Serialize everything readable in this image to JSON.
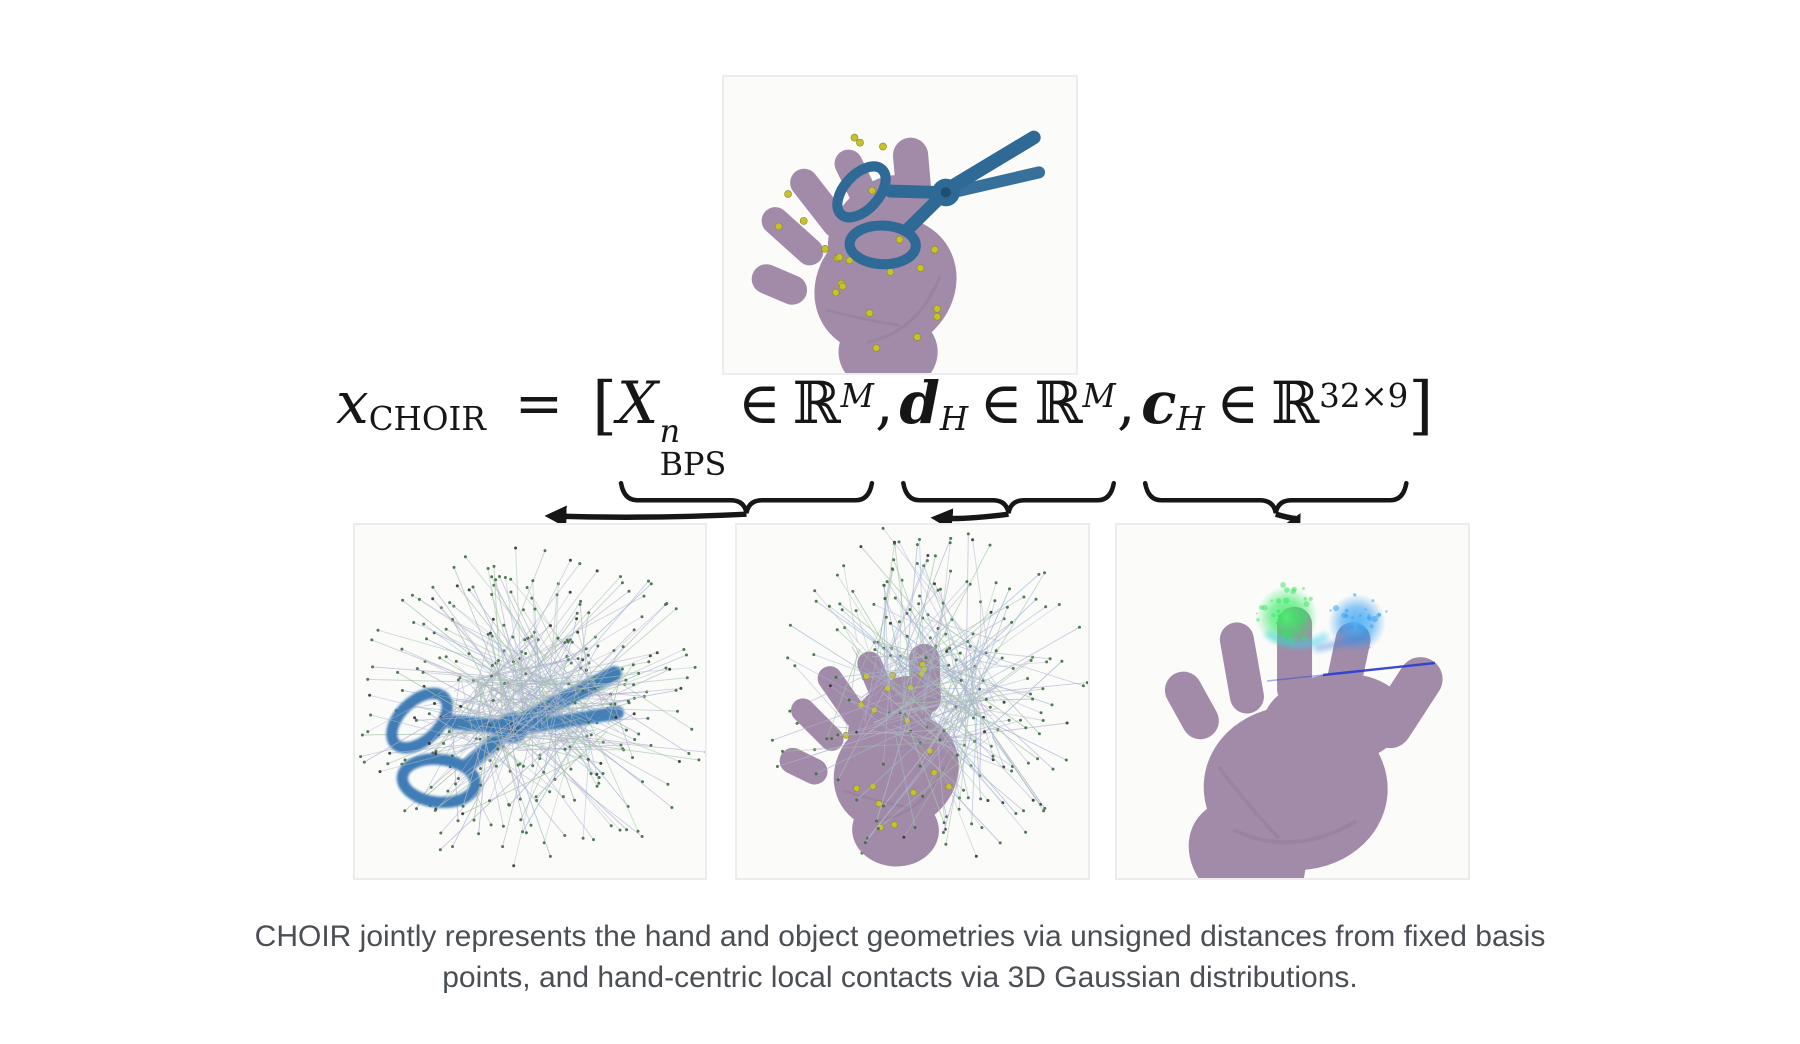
{
  "figure": {
    "equation": {
      "lhs_var": "x",
      "lhs_sub": "CHOIR",
      "equals": "=",
      "open_bracket": "[",
      "terms": [
        {
          "var": "X",
          "sup": "n",
          "sub": "BPS",
          "rel": "∈",
          "set": "ℝ",
          "set_sup": "M",
          "sep": ","
        },
        {
          "var": "d",
          "sub": "H",
          "rel": "∈",
          "set": "ℝ",
          "set_sup": "M",
          "sep": ","
        },
        {
          "var": "c",
          "sub": "H",
          "rel": "∈",
          "set": "ℝ",
          "set_sup": "32×9",
          "sep": ""
        }
      ],
      "close_bracket": "]"
    },
    "caption": {
      "line1": "CHOIR jointly represents the hand and object geometries via unsigned distances from fixed basis",
      "line2": "points, and hand-centric local contacts via 3D Gaussian distributions."
    }
  },
  "colors": {
    "page_bg": "#ffffff",
    "panel_bg": "#fbfbfa",
    "panel_border": "#ececec",
    "math_ink": "#161616",
    "caption_ink": "#4b4f54",
    "hand": "#a28ba8",
    "hand_shade": "#7f6a8a",
    "scissors": "#2f6a97",
    "scissors_hole": "#1f4e73",
    "scissors_cloud": "#3f7cb5",
    "basis_dot": "#c6c22e",
    "basis_dot_edge": "#8e8a1e",
    "ray_gray": "#b7bcc8",
    "ray_green": "#a3c4a6",
    "ray_purple": "#b2adcf",
    "ray_blue": "#9fb6d4",
    "ray_dot": "#3e6b42",
    "gauss_green": "#35e45f",
    "gauss_cyan": "#3bd2e8",
    "gauss_blue": "#2f9df0",
    "axis_blue": "#2a3ed2",
    "connector_ink": "#161616"
  }
}
